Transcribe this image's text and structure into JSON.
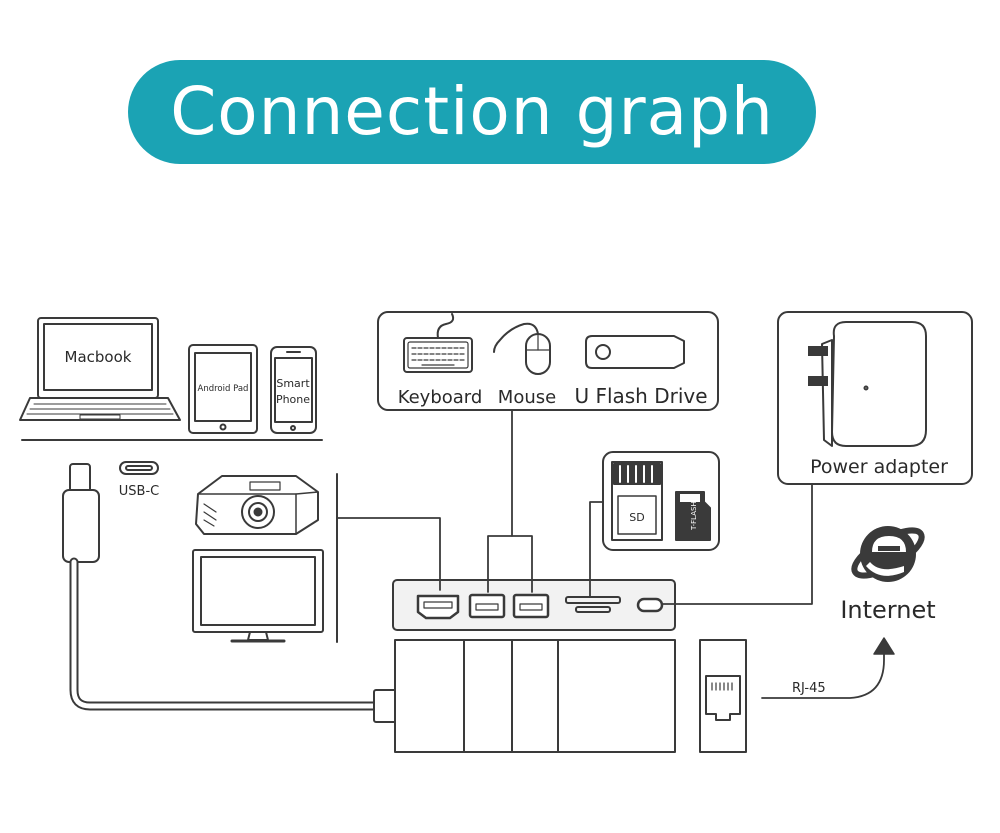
{
  "title": "Connection graph",
  "colors": {
    "accent": "#1ba3b4",
    "line": "#3a3a3a",
    "panel": "#f2f2f2"
  },
  "devices": {
    "macbook": "Macbook",
    "android_pad": "Android Pad",
    "smart_phone_line1": "Smart",
    "smart_phone_line2": "Phone",
    "usb_c": "USB-C"
  },
  "peripherals": {
    "keyboard": "Keyboard",
    "mouse": "Mouse",
    "flash_drive": "U Flash Drive"
  },
  "cards": {
    "sd": "SD",
    "tflash": "T-FLASH"
  },
  "power": {
    "label": "Power adapter"
  },
  "network": {
    "internet": "Internet",
    "rj45": "RJ-45"
  },
  "icons": [
    "laptop-icon",
    "tablet-icon",
    "phone-icon",
    "usb-c-port-icon",
    "projector-icon",
    "monitor-icon",
    "keyboard-icon",
    "mouse-icon",
    "flash-drive-icon",
    "sd-card-icon",
    "tflash-card-icon",
    "power-adapter-icon",
    "internet-explorer-icon",
    "ethernet-port-icon"
  ]
}
